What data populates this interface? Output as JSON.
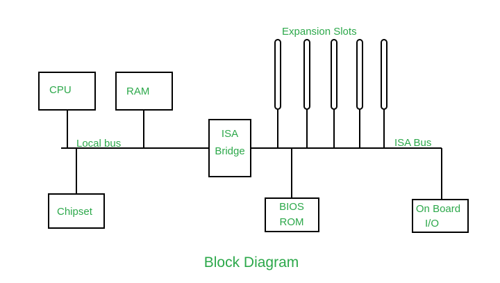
{
  "diagram": {
    "title": "Block Diagram",
    "label_color": "#2ca84a",
    "line_color": "#000000",
    "nodes": {
      "cpu": "CPU",
      "ram": "RAM",
      "chipset": "Chipset",
      "isa_bridge_line1": "ISA",
      "isa_bridge_line2": "Bridge",
      "bios_rom_line1": "BIOS",
      "bios_rom_line2": "ROM",
      "onboard_io_line1": "On Board",
      "onboard_io_line2": "I/O"
    },
    "labels": {
      "local_bus": "Local bus",
      "isa_bus": "ISA Bus",
      "expansion_slots": "Expansion Slots"
    }
  }
}
